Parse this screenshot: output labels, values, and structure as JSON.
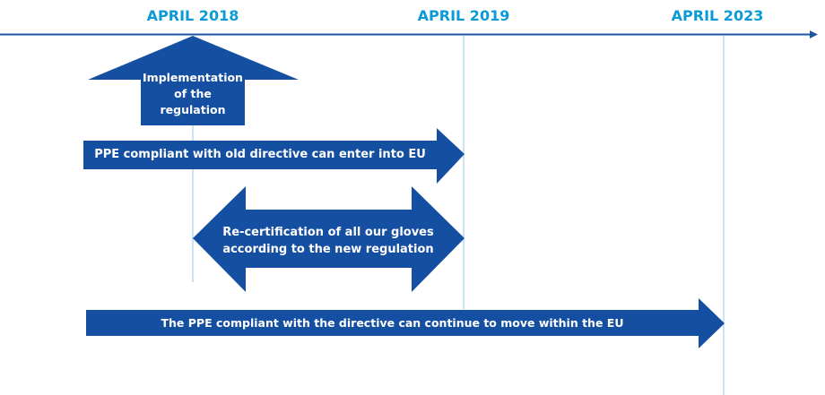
{
  "colors": {
    "axis": "#1f56a6",
    "shape_fill": "#154fa1",
    "milestone_text": "#0a9bd6",
    "guide_line": "#8fcbe8",
    "shape_text": "#ffffff"
  },
  "milestones": [
    {
      "label": "APRIL 2018"
    },
    {
      "label": "APRIL 2019"
    },
    {
      "label": "APRIL 2023"
    }
  ],
  "events": {
    "implementation": "Implementation of the regulation",
    "old_directive_entry": "PPE compliant with old directive can enter into EU",
    "recertification_line1": "Re-certification of all our gloves",
    "recertification_line2": "according to the new regulation",
    "continue_to_move": "The PPE compliant with the directive can continue to move within the EU"
  }
}
